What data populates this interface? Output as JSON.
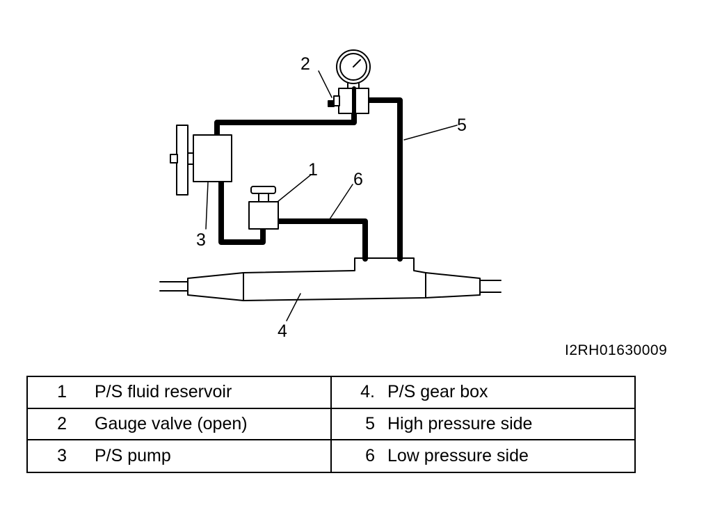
{
  "callouts": {
    "c1": "1",
    "c2": "2",
    "c3": "3",
    "c4": "4",
    "c5": "5",
    "c6": "6"
  },
  "figure_code": "I2RH01630009",
  "legend": {
    "rows": [
      {
        "left_num": "1",
        "left_text": "P/S fluid reservoir",
        "right_num": "4.",
        "right_text": "P/S gear box"
      },
      {
        "left_num": "2",
        "left_text": "Gauge valve (open)",
        "right_num": "5",
        "right_text": "High pressure side"
      },
      {
        "left_num": "3",
        "left_text": "P/S pump",
        "right_num": "6",
        "right_text": "Low pressure side"
      }
    ]
  }
}
